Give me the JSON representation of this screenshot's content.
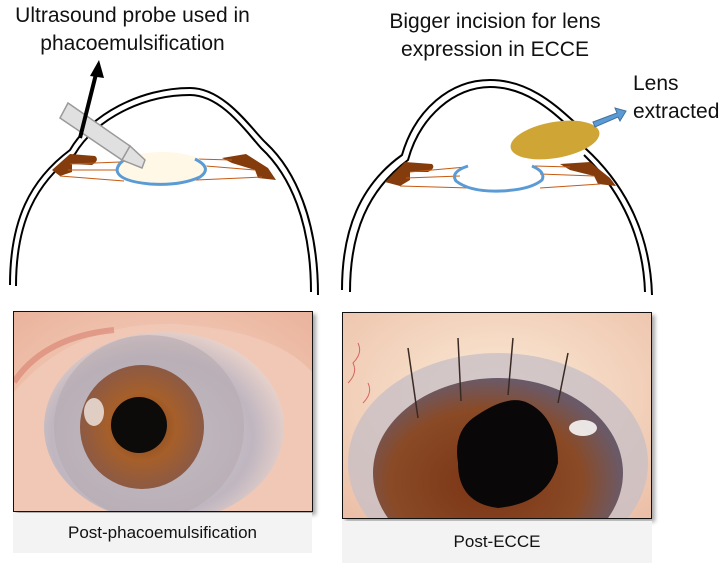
{
  "left_panel": {
    "title_line1": "Ultrasound probe used in",
    "title_line2": "phacoemulsification",
    "caption": "Post-phacoemulsification"
  },
  "right_panel": {
    "title_line1": "Bigger incision for lens",
    "title_line2": "expression in ECCE",
    "side_label_line1": "Lens",
    "side_label_line2": "extracted",
    "caption": "Post-ECCE"
  },
  "colors": {
    "eye_outline": "#000000",
    "lens_capsule": "#5b9bd5",
    "lens_fill_phaco": "#fff8e7",
    "lens_extracted": "#cfa536",
    "ciliary_body": "#843c0c",
    "zonules": "#c55a11",
    "probe_fill": "#e0e0e0",
    "probe_stroke": "#9a9a9a",
    "arrow_blue": "#5b9bd5",
    "caption_bg": "#f3f3f3"
  }
}
